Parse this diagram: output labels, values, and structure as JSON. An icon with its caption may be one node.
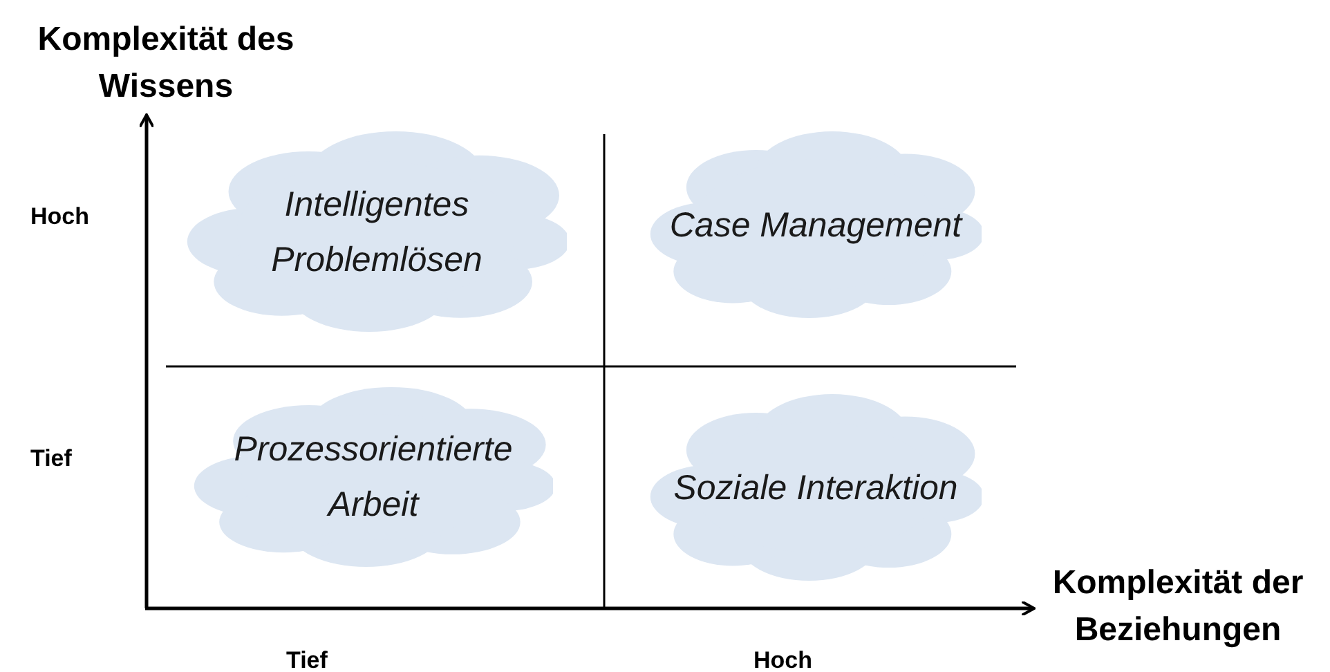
{
  "diagram": {
    "nodes": [
      {
        "text": [
          "Intelligentes Problemlösen"
        ]
      },
      {
        "text": [
          "Case Management"
        ]
      },
      {
        "text": [
          "Prozessorientierte Arbeit"
        ]
      },
      {
        "text": [
          "Soziale Interaktion"
        ]
      }
    ],
    "edges": [],
    "labels": [
      "Komplexität des Wissens",
      "Hoch",
      "Tief",
      "Komplexität der Beziehungen",
      "Tief",
      "Hoch"
    ]
  }
}
